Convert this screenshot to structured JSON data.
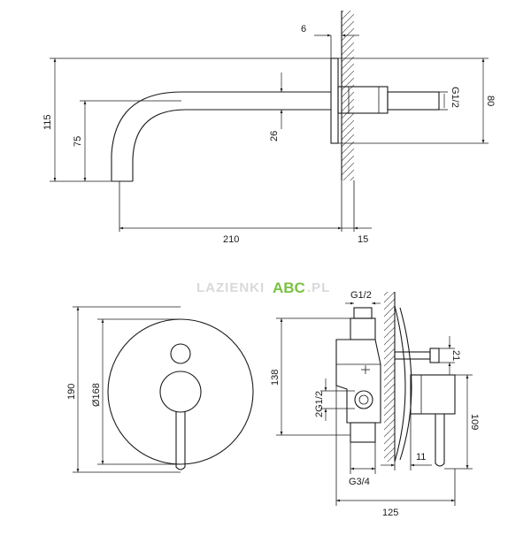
{
  "watermark": {
    "prefix": "LAZIENKI",
    "brand": "ABC",
    "suffix": ".PL"
  },
  "spout_view": {
    "dims": {
      "wall_plate": "6",
      "height_total": "115",
      "height_outlet": "75",
      "pipe_diameter": "26",
      "thread": "G1/2",
      "rosette": "80",
      "projection": "210",
      "wall_offset": "15"
    }
  },
  "mixer_front_view": {
    "dims": {
      "height": "190",
      "diameter": "Ø168"
    }
  },
  "mixer_side_view": {
    "dims": {
      "top_thread": "G1/2",
      "depth_21": "21",
      "height_138": "138",
      "side_thread": "2G1/2",
      "height_109": "109",
      "offset_11": "11",
      "bottom_thread": "G3/4",
      "width_125": "125"
    }
  }
}
